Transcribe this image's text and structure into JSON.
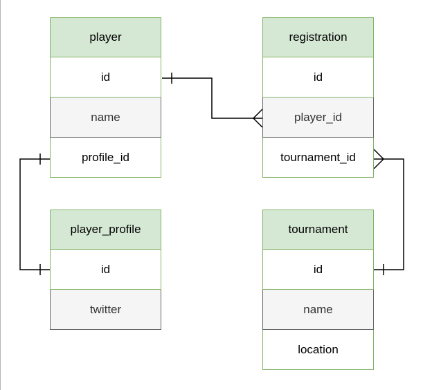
{
  "diagram": {
    "entities": {
      "player": {
        "title": "player",
        "fields": [
          "id",
          "name",
          "profile_id"
        ]
      },
      "registration": {
        "title": "registration",
        "fields": [
          "id",
          "player_id",
          "tournament_id"
        ]
      },
      "player_profile": {
        "title": "player_profile",
        "fields": [
          "id",
          "twitter"
        ]
      },
      "tournament": {
        "title": "tournament",
        "fields": [
          "id",
          "name",
          "location"
        ]
      }
    },
    "relationships": [
      {
        "from": "player.id",
        "to": "registration.player_id",
        "from_cardinality": "one",
        "to_cardinality": "many"
      },
      {
        "from": "player.profile_id",
        "to": "player_profile.id",
        "from_cardinality": "one",
        "to_cardinality": "one"
      },
      {
        "from": "registration.tournament_id",
        "to": "tournament.id",
        "from_cardinality": "many",
        "to_cardinality": "one"
      }
    ],
    "colors": {
      "header_fill": "#d5e8d4",
      "header_border": "#82b366",
      "muted_fill": "#f5f5f5",
      "muted_border": "#666666",
      "line": "#000000"
    }
  }
}
